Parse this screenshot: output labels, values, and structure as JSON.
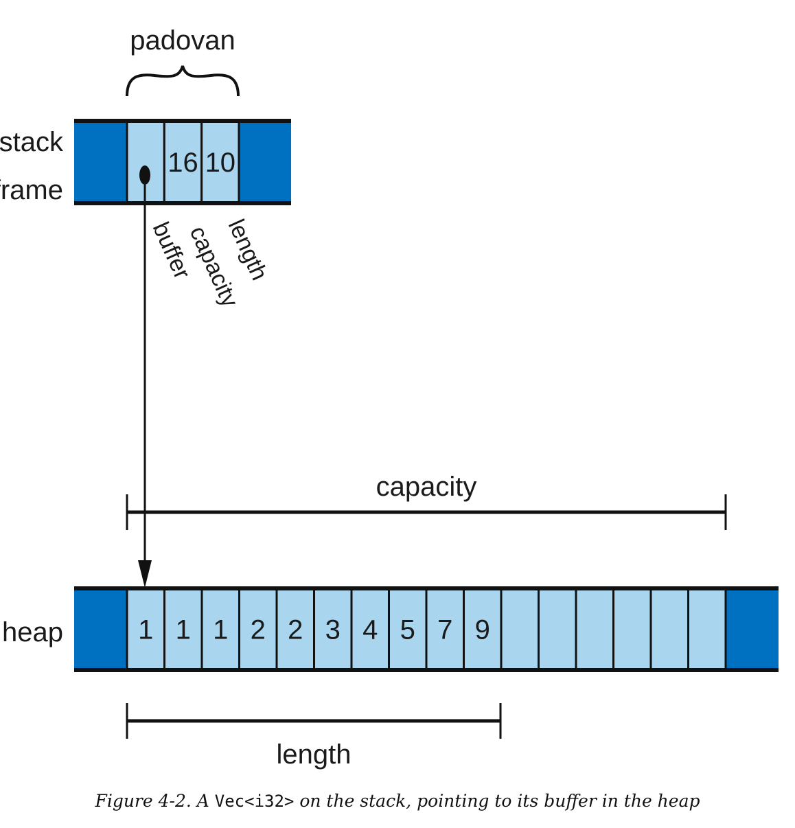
{
  "colors": {
    "dark_blue": "#0070c0",
    "light_blue": "#a9d5ef",
    "ink": "#111111"
  },
  "labels": {
    "padovan": "padovan",
    "stack_line1": "stack",
    "stack_line2": "frame",
    "buffer": "buffer",
    "capacity_field": "capacity",
    "length_field": "length",
    "heap": "heap",
    "capacity_span": "capacity",
    "length_span": "length"
  },
  "stack": {
    "cells": [
      "",
      "16",
      "10"
    ]
  },
  "heap": {
    "cells": [
      "1",
      "1",
      "1",
      "2",
      "2",
      "3",
      "4",
      "5",
      "7",
      "9",
      "",
      "",
      "",
      "",
      "",
      ""
    ]
  },
  "caption": {
    "prefix": "Figure 4-2. A ",
    "code": "Vec<i32>",
    "suffix": " on the stack, pointing to its buffer in the heap"
  }
}
